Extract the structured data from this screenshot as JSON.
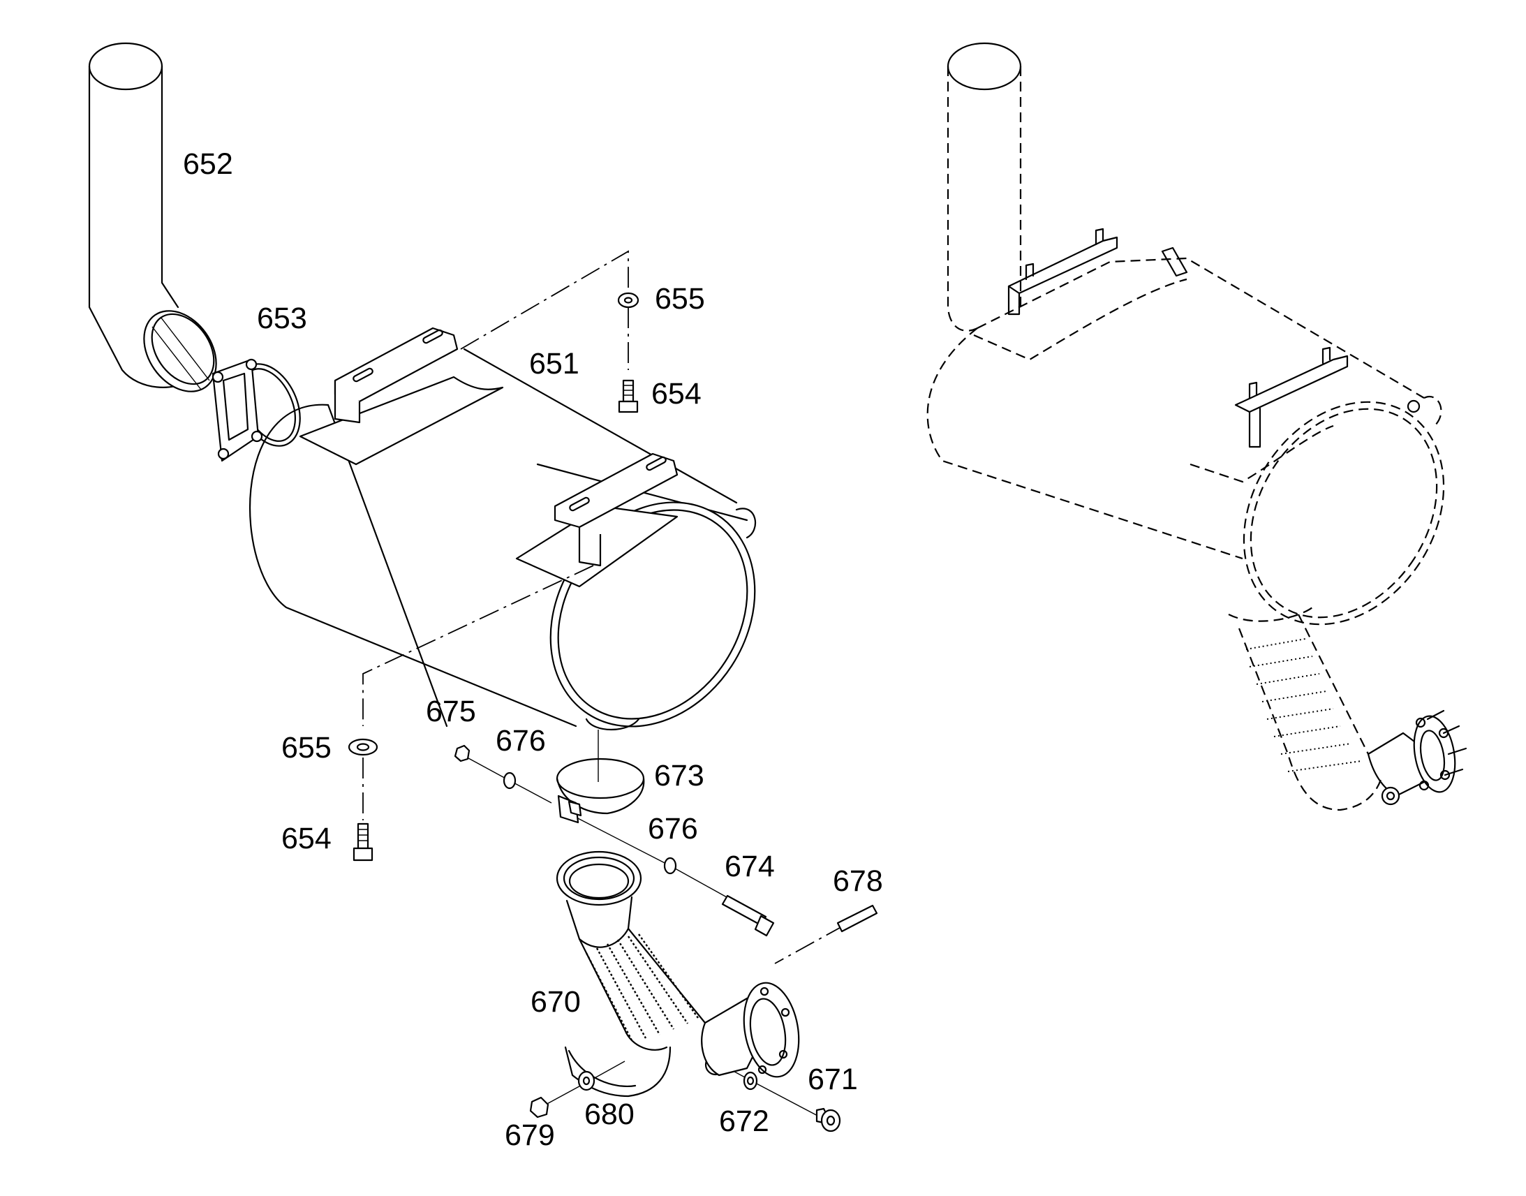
{
  "labels": {
    "l651": "651",
    "l652": "652",
    "l653": "653",
    "l654a": "654",
    "l654b": "654",
    "l655a": "655",
    "l655b": "655",
    "l670": "670",
    "l671": "671",
    "l672": "672",
    "l673": "673",
    "l674": "674",
    "l675": "675",
    "l676a": "676",
    "l676b": "676",
    "l678": "678",
    "l679": "679",
    "l680": "680"
  }
}
